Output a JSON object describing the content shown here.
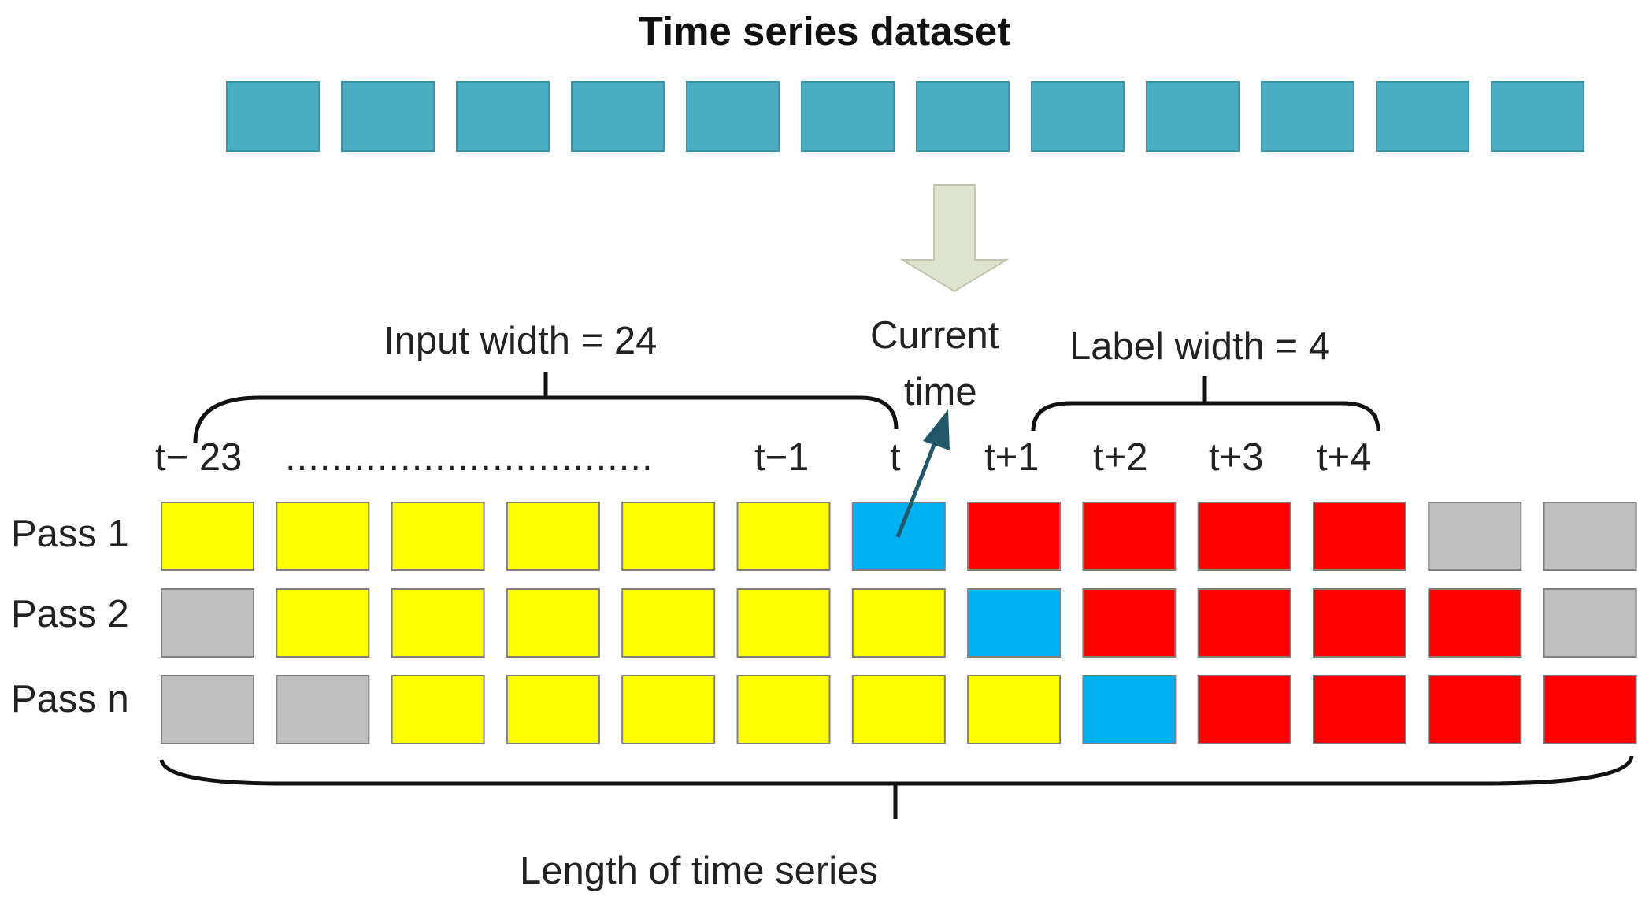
{
  "title": "Time series dataset",
  "dataset_cell_count": 12,
  "labels": {
    "input_width": "Input width = 24",
    "current_time_line1": "Current",
    "current_time_line2": "time",
    "label_width": "Label width = 4",
    "length": "Length of time series"
  },
  "time_labels": {
    "t_minus_23": "t− 23",
    "dots": "................................",
    "t_minus_1": "t−1",
    "t": "t",
    "t_plus_1": "t+1",
    "t_plus_2": "t+2",
    "t_plus_3": "t+3",
    "t_plus_4": "t+4"
  },
  "passes": [
    {
      "label": "Pass 1",
      "cells": [
        "input",
        "input",
        "input",
        "input",
        "input",
        "input",
        "current",
        "label",
        "label",
        "label",
        "label",
        "unused",
        "unused"
      ]
    },
    {
      "label": "Pass 2",
      "cells": [
        "unused",
        "input",
        "input",
        "input",
        "input",
        "input",
        "input",
        "current",
        "label",
        "label",
        "label",
        "label",
        "unused"
      ]
    },
    {
      "label": "Pass n",
      "cells": [
        "unused",
        "unused",
        "input",
        "input",
        "input",
        "input",
        "input",
        "input",
        "current",
        "label",
        "label",
        "label",
        "label"
      ]
    }
  ],
  "colors": {
    "dataset": "#4BACC6",
    "input": "#FFFF00",
    "current": "#00B0F0",
    "label": "#FF0000",
    "unused": "#BFBFBF",
    "arrow": "#DDE3CC",
    "pointer": "#215868"
  }
}
